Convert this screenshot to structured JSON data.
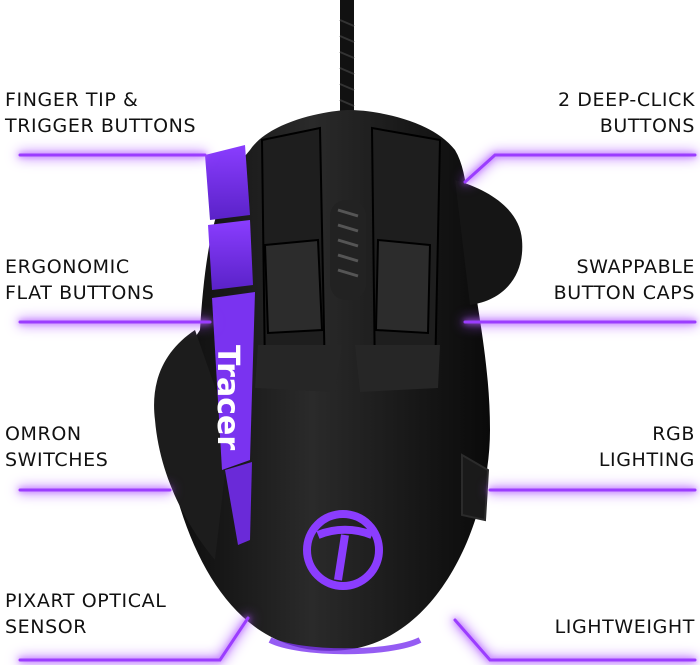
{
  "features_left": [
    {
      "line1": "FINGER TIP &",
      "line2": "TRIGGER BUTTONS"
    },
    {
      "line1": "ERGONOMIC",
      "line2": "FLAT BUTTONS"
    },
    {
      "line1": "OMRON",
      "line2": "SWITCHES"
    },
    {
      "line1": "PIXART OPTICAL",
      "line2": "SENSOR"
    }
  ],
  "features_right": [
    {
      "line1": "2 DEEP-CLICK",
      "line2": "BUTTONS"
    },
    {
      "line1": "SWAPPABLE",
      "line2": "BUTTON CAPS"
    },
    {
      "line1": "RGB",
      "line2": "LIGHTING"
    },
    {
      "line1": "",
      "line2": "LIGHTWEIGHT"
    }
  ],
  "brand": {
    "side_text": "Tracer"
  },
  "colors": {
    "accent": "#a34bff",
    "body": "#141414",
    "line": "#9b3dff"
  }
}
